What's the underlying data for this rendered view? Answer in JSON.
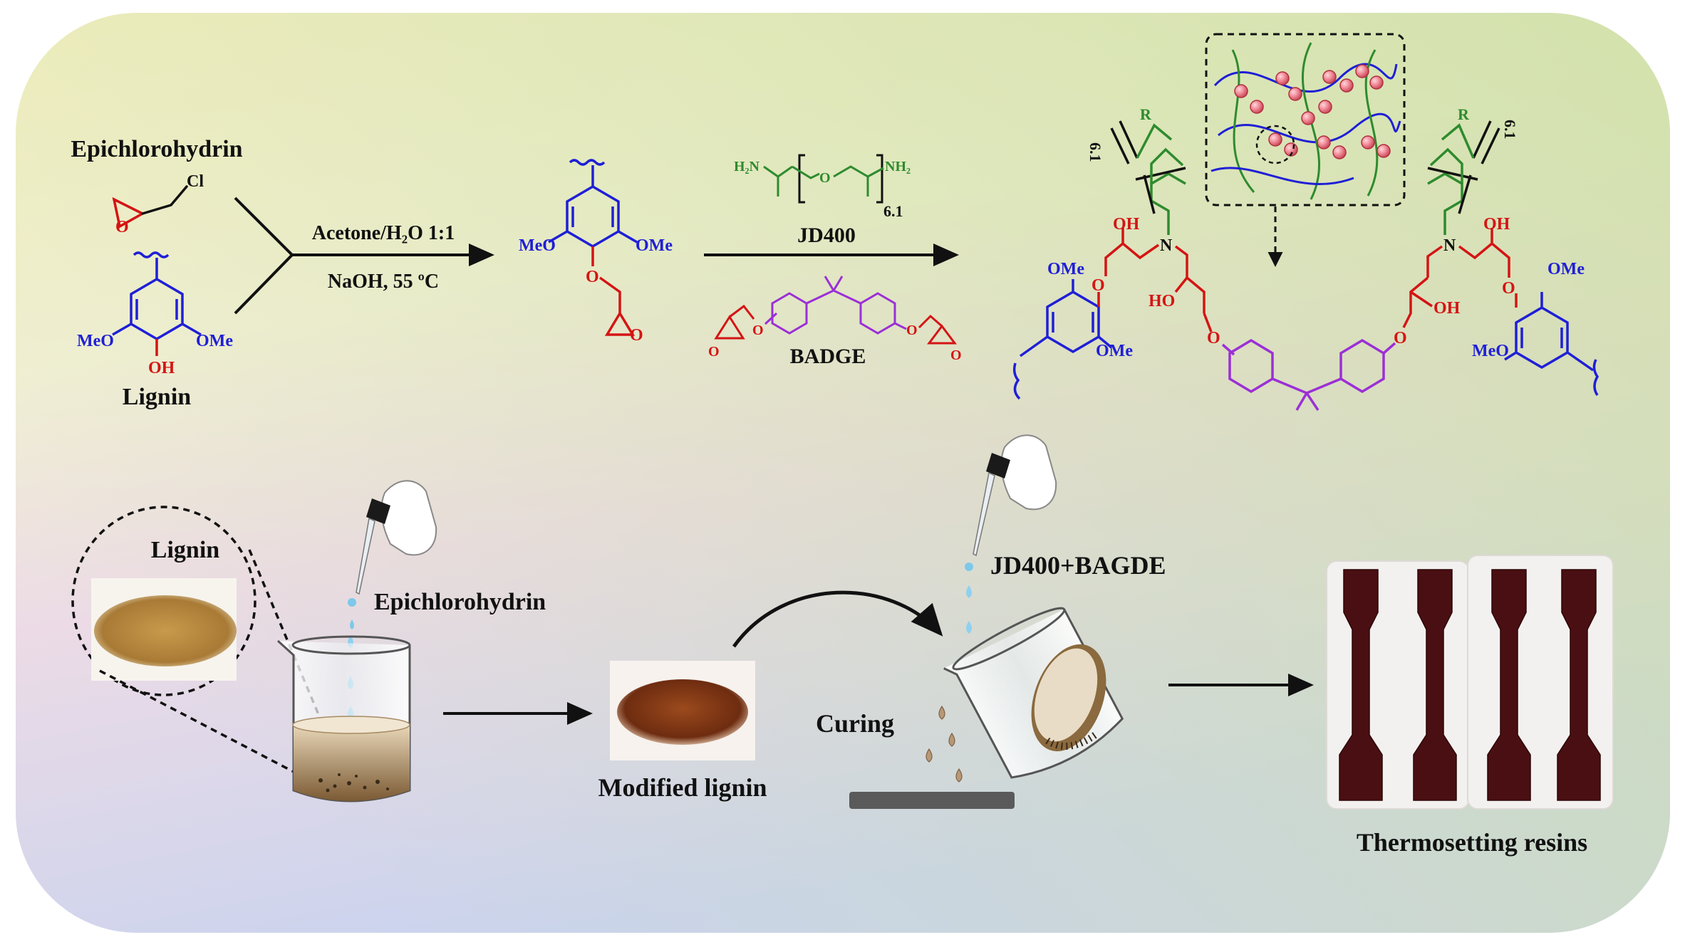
{
  "colors": {
    "struct_black": "#111111",
    "lignin_blue": "#1f1fd6",
    "epoxide_red": "#d41414",
    "jd400_green": "#2e8b2e",
    "badge_purple": "#9b2fd6",
    "powder_light": "#b98b3e",
    "powder_dark": "#7a3312",
    "resin": "#4a0f12",
    "sphere": "#f08a96"
  },
  "reaction": {
    "reactant1": "Epichlorohydrin",
    "reactant1_cl": "Cl",
    "reactant2": "Lignin",
    "conditions_top": "Acetone/H₂O 1:1",
    "conditions_bottom": "NaOH, 55 ºC",
    "meo_left": "MeO",
    "ome_right": "OMe",
    "oh": "OH",
    "o": "O",
    "jd400_label": "JD400",
    "jd400_nh2_left": "H₂N",
    "jd400_nh2_right": "NH₂",
    "jd400_repeat": "6.1",
    "badge_label": "BADGE",
    "product": {
      "r": "R",
      "repeat": "6.1",
      "n": "N",
      "oh": "OH",
      "ho": "HO",
      "ome": "OMe",
      "meo": "MeO",
      "o": "O"
    }
  },
  "process": {
    "lignin_label": "Lignin",
    "epichlorohydrin_label": "Epichlorohydrin",
    "modified_lignin_label": "Modified lignin",
    "jd400_badge_label": "JD400+BAGDE",
    "curing_label": "Curing",
    "resins_label": "Thermosetting resins"
  }
}
